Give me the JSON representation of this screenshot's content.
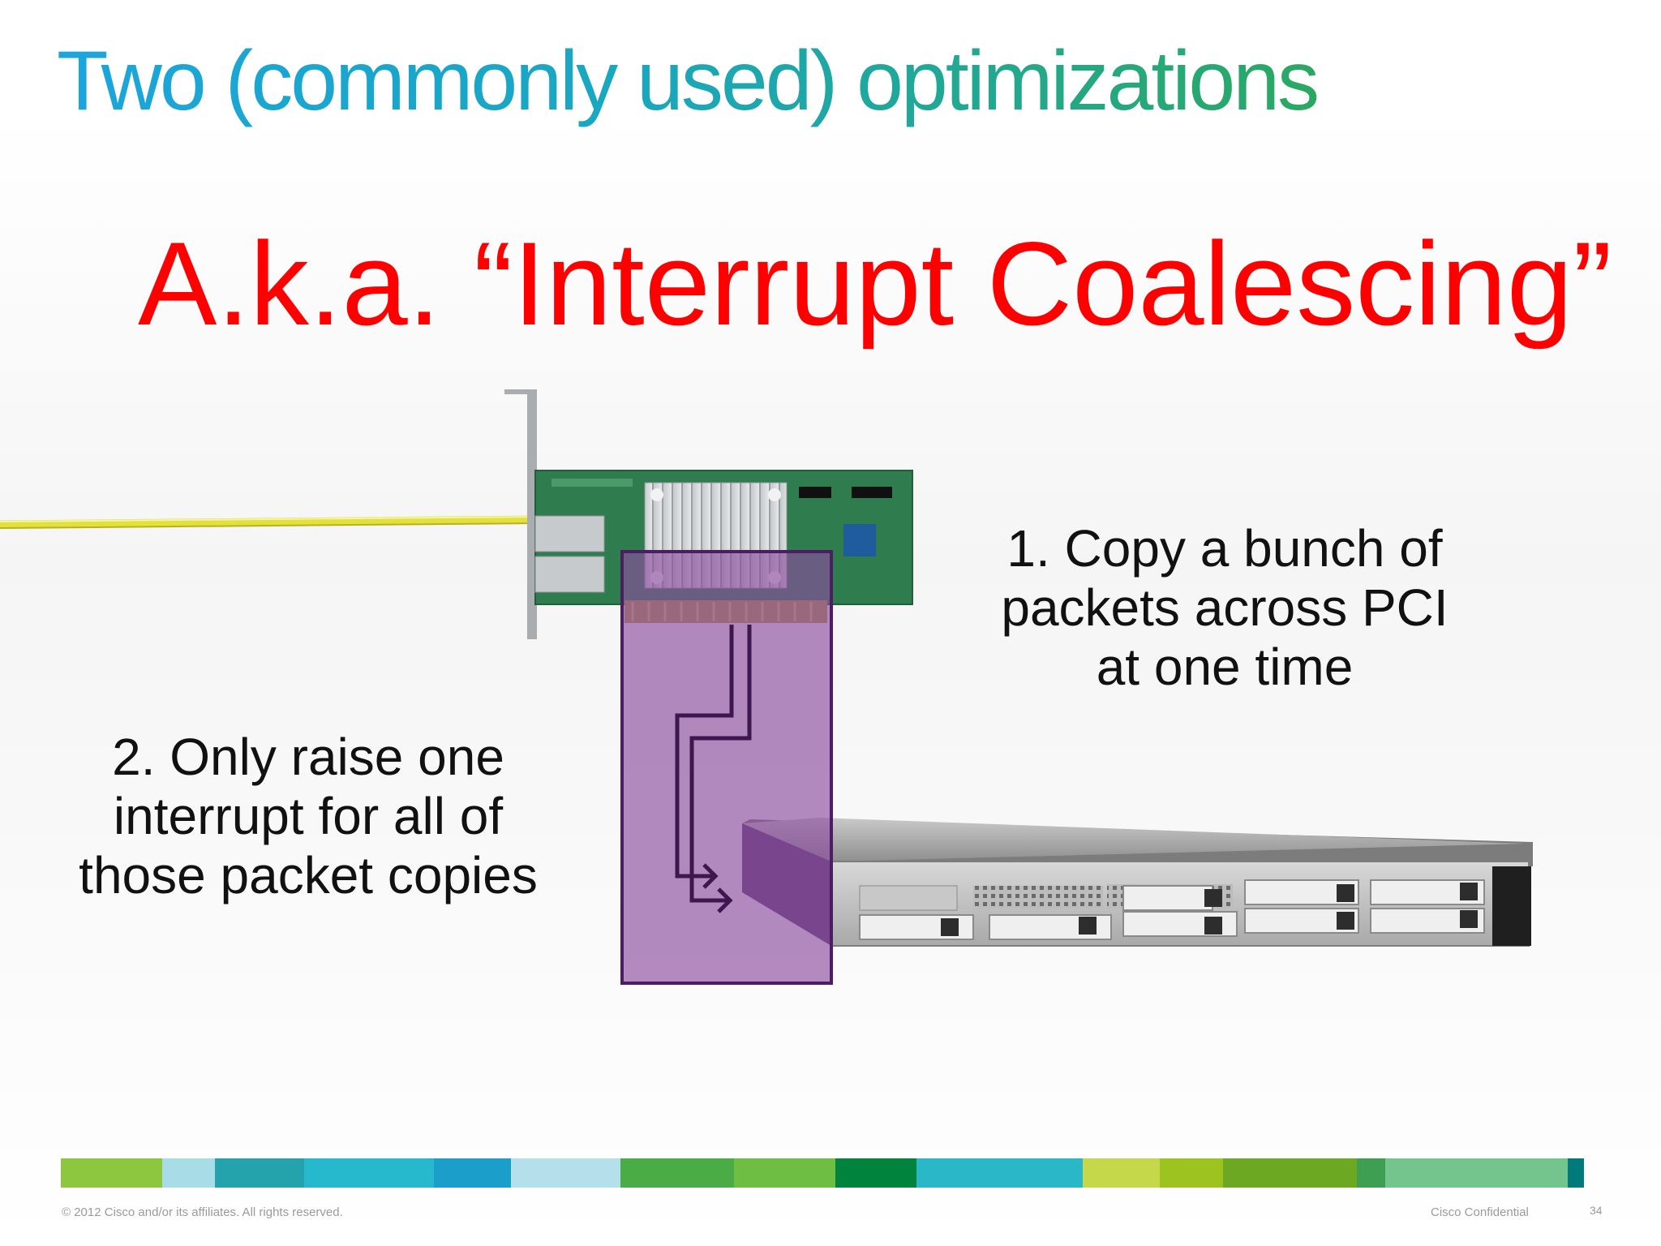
{
  "slide": {
    "title": "Two (commonly used) optimizations",
    "headline": "A.k.a. “Interrupt Coalescing”",
    "step1": [
      "1. Copy a bunch of",
      "packets across PCI",
      "at one time"
    ],
    "step2": [
      "2. Only raise one",
      "interrupt for all of",
      "those packet copies"
    ]
  },
  "footer": {
    "copyright": "© 2012 Cisco and/or its affiliates. All rights reserved.",
    "confidential": "Cisco Confidential",
    "page_number": "34",
    "bar_colors": [
      "#8dc63f",
      "#a8dce6",
      "#25a3ad",
      "#26b8cc",
      "#1b9ec9",
      "#b3e0ea",
      "#4aac45",
      "#6fbe44",
      "#00843d",
      "#2ab7c8",
      "#c5d84a",
      "#9cc31f",
      "#6da823",
      "#3e9f53",
      "#74c48e",
      "#007a7c"
    ]
  },
  "colors": {
    "title_gradient": [
      "#1ba5dc",
      "#2aa862"
    ],
    "headline": "#ff0000",
    "highlight_fill": "#8b4d9e",
    "highlight_stroke": "#4b1e63",
    "cable": "#e2e03a"
  },
  "icons": [
    "fiber-cable-icon",
    "nic-card-icon",
    "server-chassis-icon",
    "pci-highlight-icon",
    "interrupt-arrow-icon"
  ]
}
